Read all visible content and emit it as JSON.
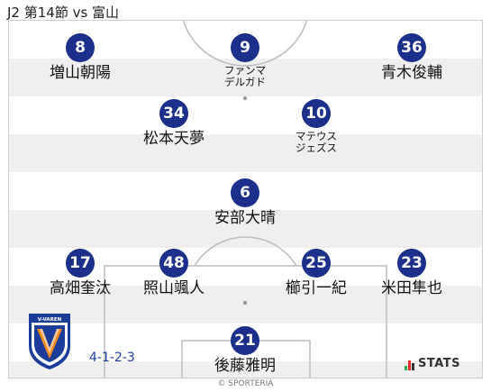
{
  "match_title": "J2 第14節 vs 富山",
  "formation": "4-1-2-3",
  "stats_label": "STATS",
  "credit": "© SPORTERIA",
  "club_logo_text": "V-VAREN",
  "colors": {
    "number_circle": "#1c2f8a",
    "stripe": "#efefef",
    "stats_bars": [
      "#2bb24c",
      "#e32b2b",
      "#333333"
    ]
  },
  "players": [
    {
      "number": "8",
      "name": "増山朝陽"
    },
    {
      "number": "9",
      "name": "ファンマ\nデルガド"
    },
    {
      "number": "36",
      "name": "青木俊輔"
    },
    {
      "number": "34",
      "name": "松本天夢"
    },
    {
      "number": "10",
      "name": "マテウス\nジェズス"
    },
    {
      "number": "6",
      "name": "安部大晴"
    },
    {
      "number": "17",
      "name": "高畑奎汰"
    },
    {
      "number": "48",
      "name": "照山颯人"
    },
    {
      "number": "25",
      "name": "櫛引一紀"
    },
    {
      "number": "23",
      "name": "米田隼也"
    },
    {
      "number": "21",
      "name": "後藤雅明"
    }
  ]
}
